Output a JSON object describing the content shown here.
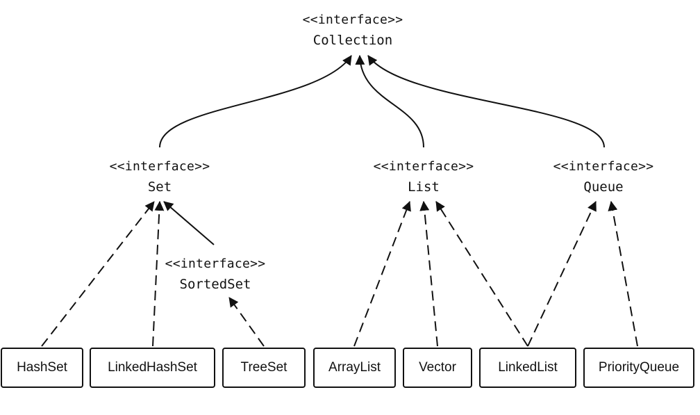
{
  "interfaces": {
    "collection": {
      "stereotype": "<<interface>>",
      "name": "Collection"
    },
    "set": {
      "stereotype": "<<interface>>",
      "name": "Set"
    },
    "list": {
      "stereotype": "<<interface>>",
      "name": "List"
    },
    "queue": {
      "stereotype": "<<interface>>",
      "name": "Queue"
    },
    "sorted_set": {
      "stereotype": "<<interface>>",
      "name": "SortedSet"
    }
  },
  "classes": {
    "hashset": "HashSet",
    "linkedhashset": "LinkedHashSet",
    "treeset": "TreeSet",
    "arraylist": "ArrayList",
    "vector": "Vector",
    "linkedlist": "LinkedList",
    "priorityqueue": "PriorityQueue"
  },
  "colors": {
    "line": "#111111",
    "background": "#ffffff"
  }
}
